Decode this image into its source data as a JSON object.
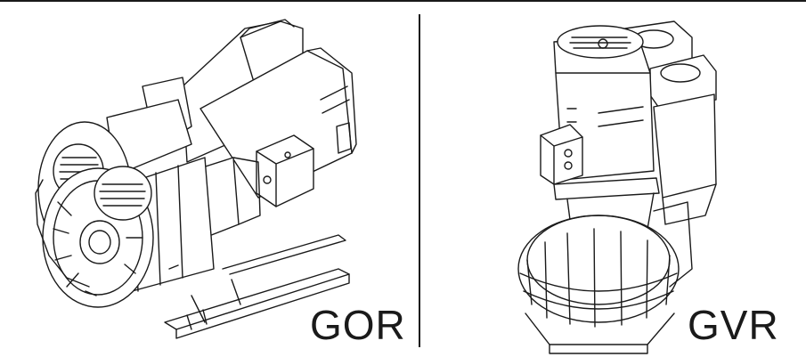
{
  "panels": [
    {
      "label": "GOR",
      "image": "side-channel-blower-horizontal-double-stage-drawing"
    },
    {
      "label": "GVR",
      "image": "side-channel-blower-vertical-drawing"
    }
  ],
  "colors": {
    "line": "#1a1a1a",
    "background": "#ffffff"
  }
}
